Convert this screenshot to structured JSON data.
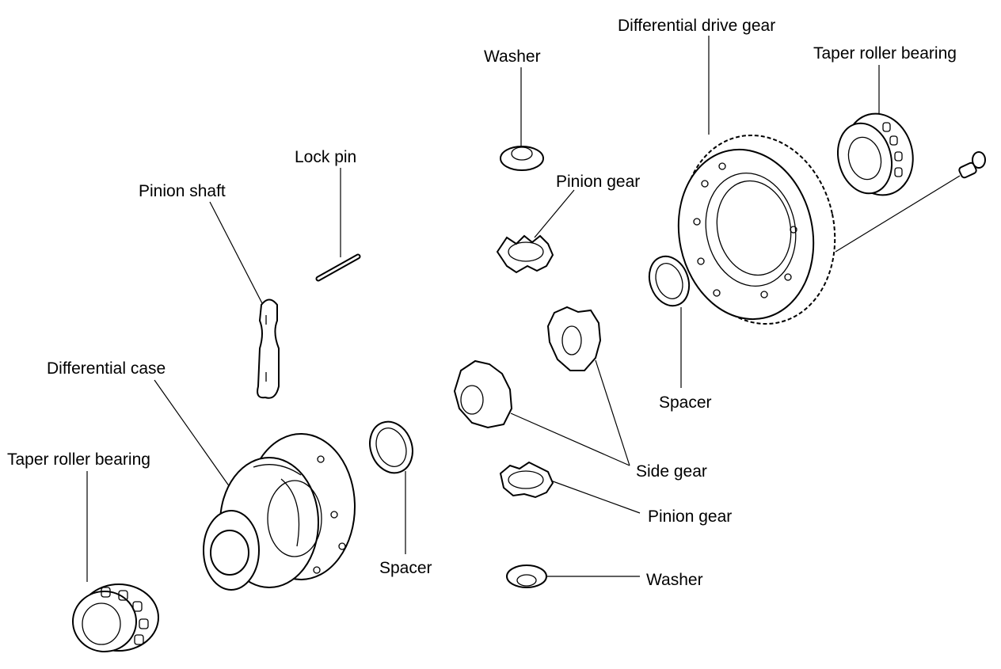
{
  "labels": {
    "differential_drive_gear": "Differential drive gear",
    "washer_top": "Washer",
    "taper_roller_bearing_right": "Taper roller bearing",
    "lock_pin": "Lock pin",
    "pinion_shaft": "Pinion shaft",
    "pinion_gear_top": "Pinion gear",
    "differential_case": "Differential case",
    "spacer_right": "Spacer",
    "taper_roller_bearing_left": "Taper roller bearing",
    "side_gear": "Side gear",
    "pinion_gear_bottom": "Pinion gear",
    "spacer_left": "Spacer",
    "washer_bottom": "Washer"
  }
}
